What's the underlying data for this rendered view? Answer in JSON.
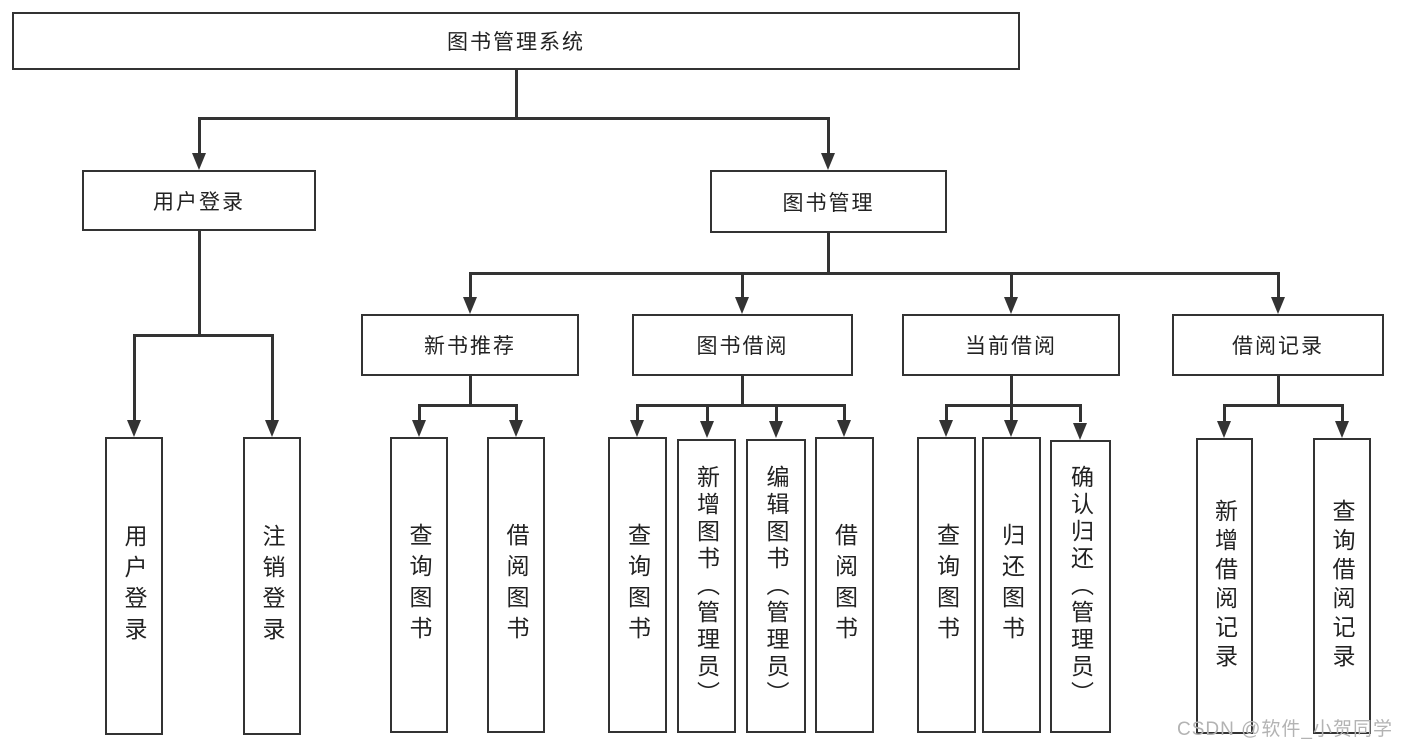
{
  "diagram_type": "hierarchy-tree",
  "tree": {
    "label": "图书管理系统",
    "children": [
      {
        "label": "用户登录",
        "children": [
          {
            "label": "用户登录"
          },
          {
            "label": "注销登录"
          }
        ]
      },
      {
        "label": "图书管理",
        "children": [
          {
            "label": "新书推荐",
            "children": [
              {
                "label": "查询图书"
              },
              {
                "label": "借阅图书"
              }
            ]
          },
          {
            "label": "图书借阅",
            "children": [
              {
                "label": "查询图书"
              },
              {
                "label": "新增图书（管理员）"
              },
              {
                "label": "编辑图书（管理员）"
              },
              {
                "label": "借阅图书"
              }
            ]
          },
          {
            "label": "当前借阅",
            "children": [
              {
                "label": "查询图书"
              },
              {
                "label": "归还图书"
              },
              {
                "label": "确认归还（管理员）"
              }
            ]
          },
          {
            "label": "借阅记录",
            "children": [
              {
                "label": "新增借阅记录"
              },
              {
                "label": "查询借阅记录"
              }
            ]
          }
        ]
      }
    ]
  },
  "watermark": {
    "text": "CSDN @软件_小贺同学"
  },
  "colors": {
    "line": "#333333",
    "text": "#222222",
    "background": "#ffffff",
    "watermark": "#b3b3b3"
  }
}
